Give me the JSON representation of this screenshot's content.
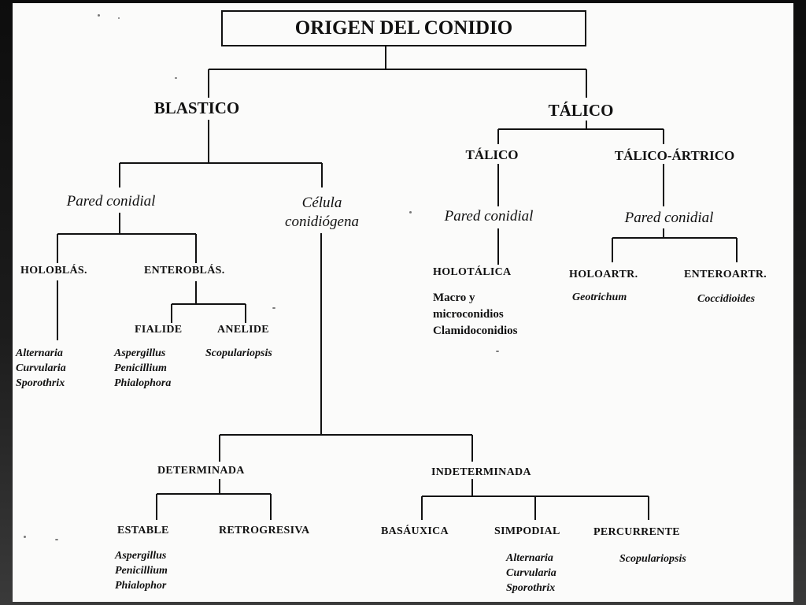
{
  "title": "ORIGEN DEL CONIDIO",
  "blastico": {
    "label": "BLASTICO",
    "pared_conidial": "Pared conidial",
    "celula_conidiogena": "Célula\nconidiógena",
    "holoblas": {
      "label": "HOLOBLÁS.",
      "examples": "Alternaria\nCurvularia\nSporothrix"
    },
    "enteroblas": {
      "label": "ENTEROBLÁS.",
      "fialide": {
        "label": "FIALIDE",
        "examples": "Aspergillus\nPenicillium\nPhialophora"
      },
      "anelide": {
        "label": "ANELIDE",
        "examples": "Scopulariopsis"
      }
    },
    "determinada": {
      "label": "DETERMINADA",
      "estable": {
        "label": "ESTABLE",
        "examples": "Aspergillus\nPenicillium\nPhialophor"
      },
      "retrogresiva": {
        "label": "RETROGRESIVA"
      }
    },
    "indeterminada": {
      "label": "INDETERMINADA",
      "basauxica": {
        "label": "BASÁUXICA"
      },
      "simpodial": {
        "label": "SIMPODIAL",
        "examples": "Alternaria\nCurvularia\nSporothrix"
      },
      "percurrente": {
        "label": "PERCURRENTE",
        "examples": "Scopulariopsis"
      }
    }
  },
  "talico": {
    "label": "TÁLICO",
    "talico_sub": {
      "label": "TÁLICO",
      "pared_conidial": "Pared conidial",
      "holotalica": {
        "label": "HOLOTÁLICA",
        "examples": "Macro y\nmicroconidios\nClamidoconidios"
      }
    },
    "talico_artrico": {
      "label": "TÁLICO-ÁRTRICO",
      "pared_conidial": "Pared conidial",
      "holoartr": {
        "label": "HOLOARTR.",
        "examples": "Geotrichum"
      },
      "enteroartr": {
        "label": "ENTEROARTR.",
        "examples": "Coccidioides"
      }
    }
  }
}
